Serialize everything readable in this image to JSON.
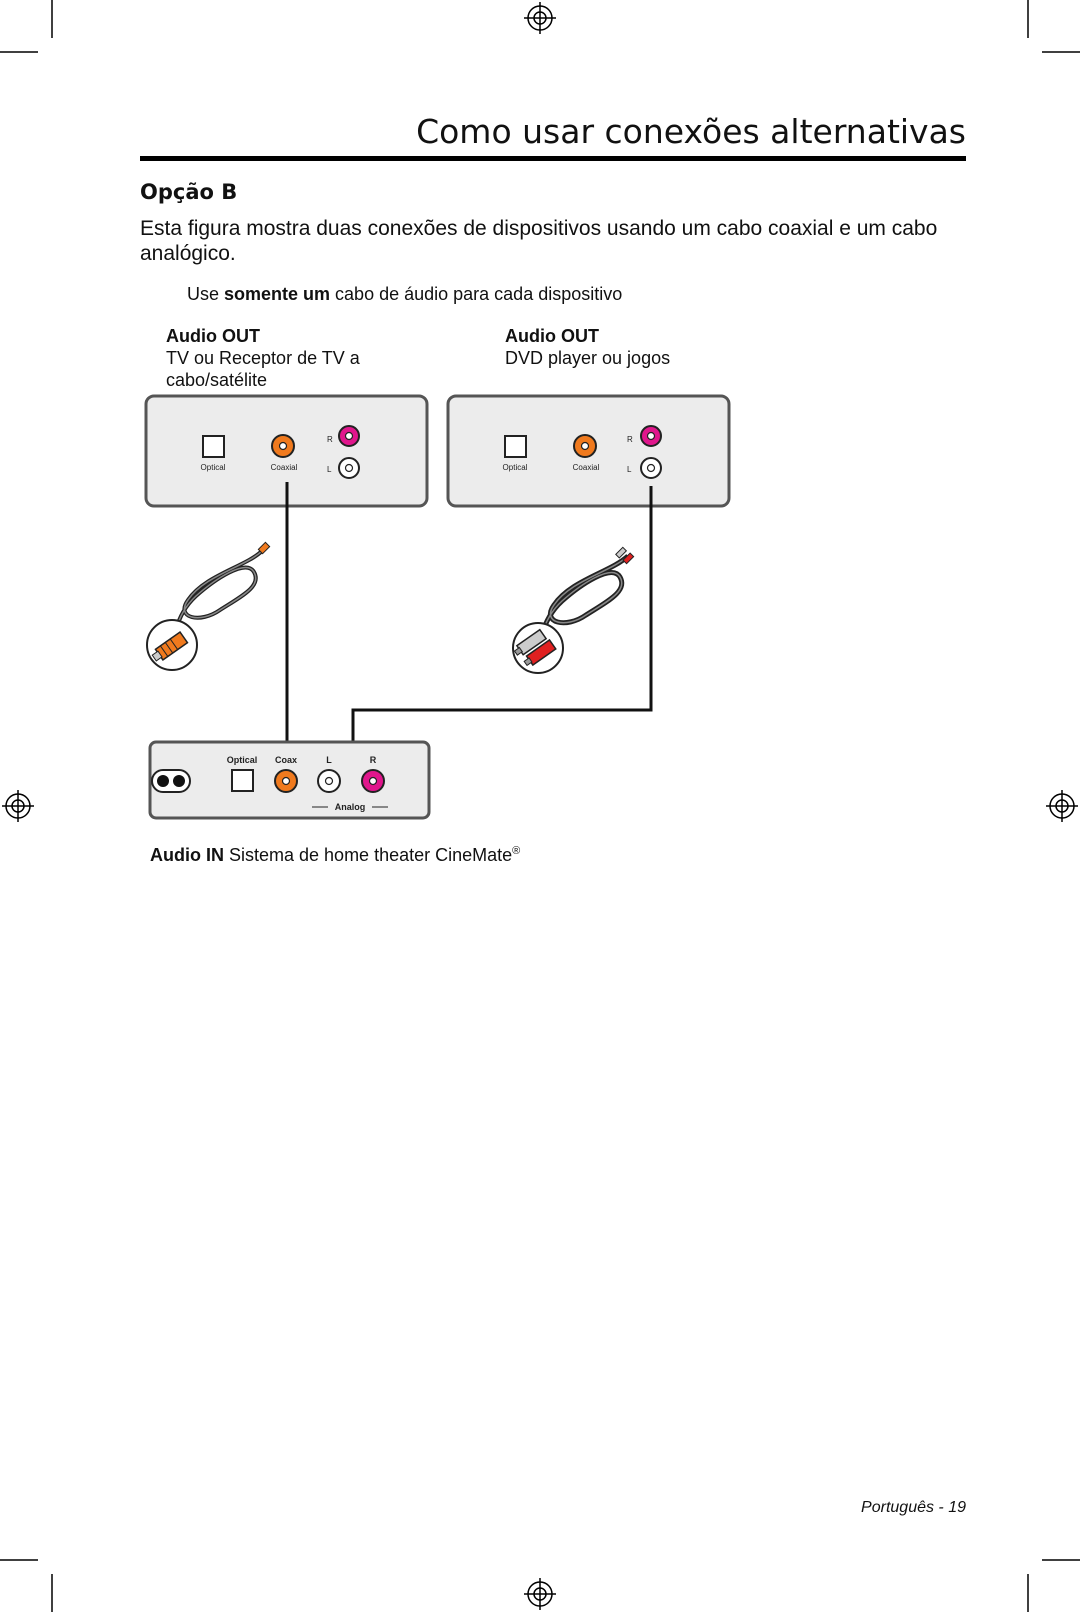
{
  "page_title": "Como usar conexões alternativas",
  "section_heading": "Opção B",
  "intro_text": "Esta figura mostra duas conexões de dispositivos usando um cabo coaxial e um cabo analógico.",
  "note": {
    "prefix": "Use ",
    "emphasis": "somente um",
    "suffix": " cabo de áudio para cada dispositivo"
  },
  "device1": {
    "heading": "Audio OUT",
    "description": "TV ou Receptor de TV a cabo/satélite",
    "port_optical": "Optical",
    "port_coaxial": "Coaxial",
    "port_r": "R",
    "port_l": "L"
  },
  "device2": {
    "heading": "Audio OUT",
    "description": "DVD player ou jogos",
    "port_optical": "Optical",
    "port_coaxial": "Coaxial",
    "port_r": "R",
    "port_l": "L"
  },
  "receiver": {
    "port_optical": "Optical",
    "port_coax": "Coax",
    "port_l": "L",
    "port_r": "R",
    "analog_label": "Analog",
    "caption_bold": "Audio IN",
    "caption_text": " Sistema de home theater CineMate",
    "caption_mark": "®"
  },
  "colors": {
    "coax_orange": "#f07a1e",
    "analog_magenta": "#e0168c",
    "panel_fill": "#ececec",
    "panel_stroke": "#555555"
  },
  "footer": "Português - 19"
}
